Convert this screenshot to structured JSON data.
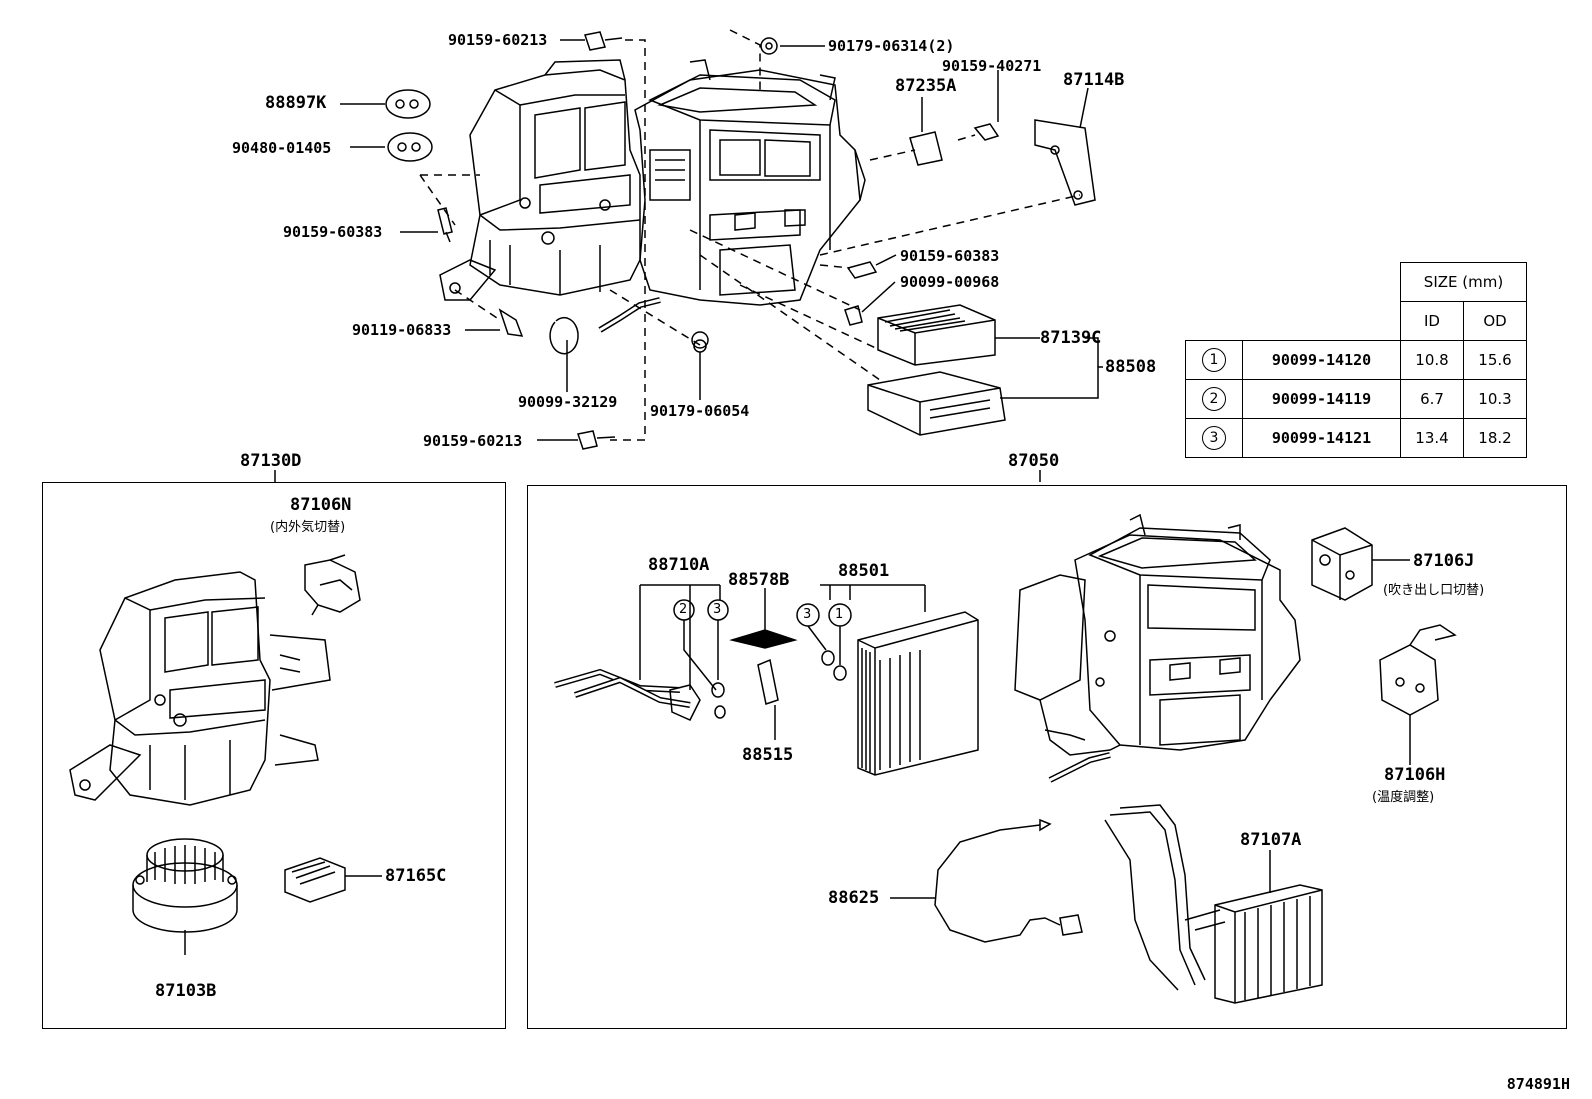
{
  "labels": {
    "p90159_60213_top": "90159-60213",
    "p90179_06314": "90179-06314(2)",
    "p88897K": "88897K",
    "p90480_01405": "90480-01405",
    "p87235A": "87235A",
    "p90159_40271": "90159-40271",
    "p87114B": "87114B",
    "p90159_60383_left": "90159-60383",
    "p90159_60383_right": "90159-60383",
    "p90099_00968": "90099-00968",
    "p90119_06833": "90119-06833",
    "p87139C": "87139C",
    "p88508": "88508",
    "p90099_32129": "90099-32129",
    "p90179_06054": "90179-06054",
    "p90159_60213_bottom": "90159-60213",
    "p87130D": "87130D",
    "p87050": "87050",
    "p87106N": "87106N",
    "p87106N_sub": "(内外気切替)",
    "p87165C": "87165C",
    "p87103B": "87103B",
    "p88710A": "88710A",
    "p88578B": "88578B",
    "p88501": "88501",
    "p88515": "88515",
    "p87106J": "87106J",
    "p87106J_sub": "(吹き出し口切替)",
    "p87106H": "87106H",
    "p87106H_sub": "(温度調整)",
    "p88625": "88625",
    "p87107A": "87107A",
    "ring_2a": "2",
    "ring_3a": "3",
    "ring_3b": "3",
    "ring_1b": "1",
    "diagram_ref": "874891H"
  },
  "size_table": {
    "header": "SIZE (mm)",
    "col_id": "ID",
    "col_od": "OD",
    "rows": [
      {
        "mark": "1",
        "part": "90099-14120",
        "id": "10.8",
        "od": "15.6"
      },
      {
        "mark": "2",
        "part": "90099-14119",
        "id": "6.7",
        "od": "10.3"
      },
      {
        "mark": "3",
        "part": "90099-14121",
        "id": "13.4",
        "od": "18.2"
      }
    ]
  }
}
